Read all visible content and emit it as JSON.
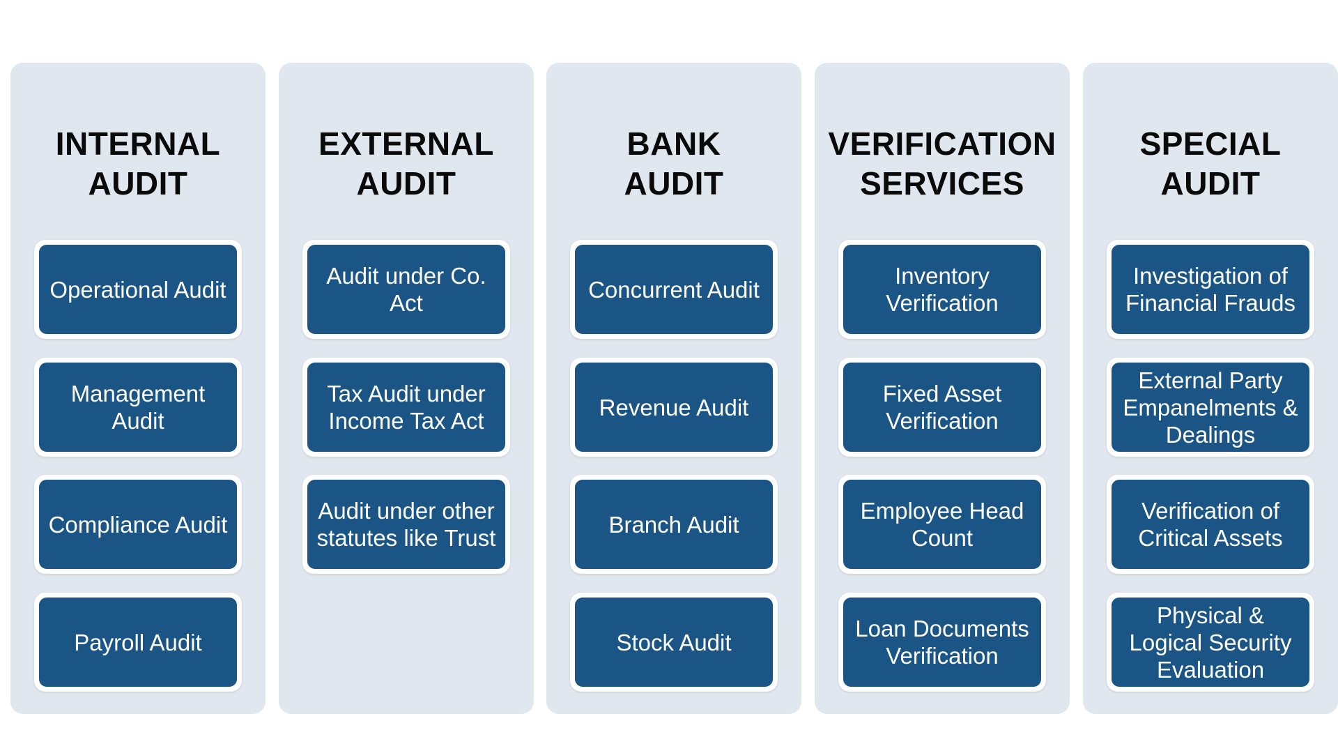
{
  "colors": {
    "background": "#ffffff",
    "column_bg": "#e0e7ef",
    "item_bg": "#1a5585",
    "item_text": "#ffffff",
    "title_text": "#0a0a0a"
  },
  "columns": [
    {
      "title_line1": "INTERNAL",
      "title_line2": "AUDIT",
      "items": [
        "Operational Audit",
        "Management Audit",
        "Compliance Audit",
        "Payroll Audit"
      ]
    },
    {
      "title_line1": "EXTERNAL",
      "title_line2": "AUDIT",
      "items": [
        "Audit under Co. Act",
        "Tax Audit under Income Tax Act",
        "Audit under other statutes like Trust"
      ]
    },
    {
      "title_line1": "BANK",
      "title_line2": "AUDIT",
      "items": [
        "Concurrent Audit",
        "Revenue Audit",
        "Branch Audit",
        "Stock Audit"
      ]
    },
    {
      "title_line1": "VERIFICATION",
      "title_line2": "SERVICES",
      "items": [
        "Inventory Verification",
        "Fixed Asset Verification",
        "Employee Head Count",
        "Loan Documents Verification"
      ]
    },
    {
      "title_line1": "SPECIAL",
      "title_line2": "AUDIT",
      "items": [
        "Investigation of Financial Frauds",
        "External Party Empanelments & Dealings",
        "Verification of Critical Assets",
        "Physical & Logical Security Evaluation"
      ]
    }
  ]
}
